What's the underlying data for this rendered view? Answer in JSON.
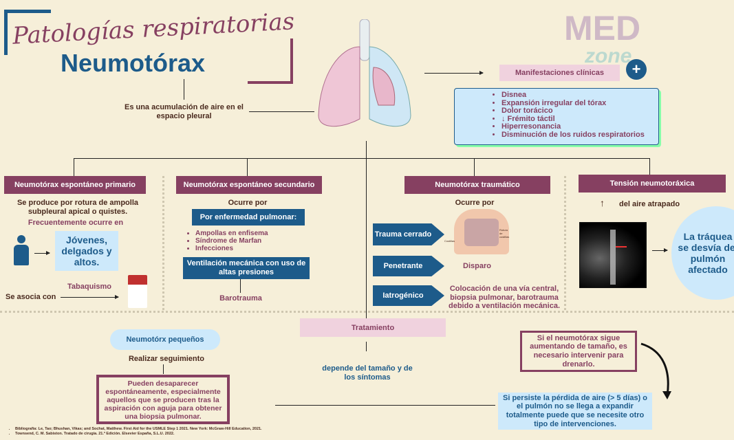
{
  "title": {
    "script": "Patologías respiratorias",
    "main": "Neumotórax"
  },
  "logo": {
    "text_top": "MED",
    "text_bottom": "zone"
  },
  "definition": "Es una acumulación de aire en el espacio pleural",
  "manifestations": {
    "label": "Manifestaciones clínicas",
    "items": [
      "Disnea",
      "Expansión irregular del tórax",
      "Dolor torácico",
      "↓ Frémito táctil",
      "Hiperresonancia",
      "Disminución de los ruidos respiratorios"
    ]
  },
  "primary": {
    "label": "Neumotórax espontáneo primario",
    "cause": "Se produce por rotura de ampolla subpleural apical o quistes.",
    "frequent": "Frecuentemente ocurre en",
    "who": "Jóvenes, delgados y altos.",
    "assoc": "Se asocia con",
    "assoc_item": "Tabaquismo"
  },
  "secondary": {
    "label": "Neumotórax espontáneo secundario",
    "occurs": "Ocurre por",
    "disease": "Por enfermedad pulmonar:",
    "items": [
      "Ampollas en enfisema",
      "Síndrome de Marfan",
      "Infecciones"
    ],
    "ventilation": "Ventilación mecánica con uso de altas presiones",
    "result": "Barotrauma"
  },
  "traumatic": {
    "label": "Neumotórax traumático",
    "occurs": "Ocurre por",
    "types": [
      {
        "name": "Trauma cerrado",
        "desc": ""
      },
      {
        "name": "Penetrante",
        "desc": "Disparo"
      },
      {
        "name": "Iatrogénico",
        "desc": "Colocación de una vía central, biopsia pulmonar, barotrauma debido a ventilación mecánica."
      }
    ],
    "image_labels": [
      "Costillas",
      "Rotura de costillas"
    ]
  },
  "tension": {
    "label": "Tensión neumotoráxica",
    "arrow": "↑",
    "trapped": "del aire atrapado",
    "result": "La tráquea se desvía del pulmón afectado"
  },
  "treatment": {
    "label": "Tratamiento",
    "depends": "depende del tamaño y de los síntomas",
    "small": "Neumotórx pequeños",
    "followup": "Realizar seguimiento",
    "disappear": "Pueden desaparecer espontáneamente, especialmente aquellos que se producen tras la aspiración con aguja para obtener una biopsia pulmonar.",
    "grows": "Si el neumotórax sigue aumentando de tamaño, es necesario intervenir para drenarlo.",
    "persist": "Si persiste la pérdida de aire (> 5 días) o el pulmón no se llega a expandir totalmente puede que se necesite otro tipo de intervenciones."
  },
  "bibliography": [
    "Bibliografía: Le, Tao; Bhushan, Vikas; and Sochat, Matthew. First Aid for the USMLE Step 1 2021. New York: McGraw-Hill Education, 2021.",
    "Townsend, C. M. Sabiston. Tratado de cirugía. 21.ª Edición. Elsevier España, S.L.U. 2022."
  ],
  "colors": {
    "background": "#f6efd9",
    "maroon": "#864061",
    "blue": "#1d5b8a",
    "light_blue": "#cde9fb",
    "pink": "#f0d2de"
  }
}
